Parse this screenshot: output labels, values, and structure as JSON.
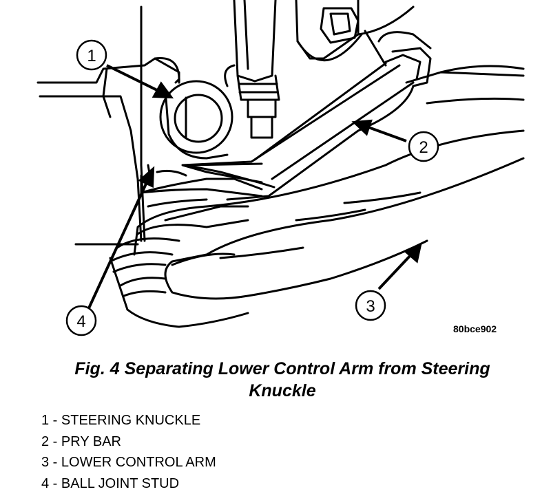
{
  "figure": {
    "code": "80bce902",
    "callouts": [
      {
        "number": "1"
      },
      {
        "number": "2"
      },
      {
        "number": "3"
      },
      {
        "number": "4"
      }
    ]
  },
  "caption": {
    "line1": "Fig. 4 Separating Lower Control Arm from Steering",
    "line2": "Knuckle"
  },
  "legend": [
    {
      "text": "1 - STEERING KNUCKLE"
    },
    {
      "text": "2 - PRY BAR"
    },
    {
      "text": "3 - LOWER CONTROL ARM"
    },
    {
      "text": "4 - BALL JOINT STUD"
    }
  ]
}
